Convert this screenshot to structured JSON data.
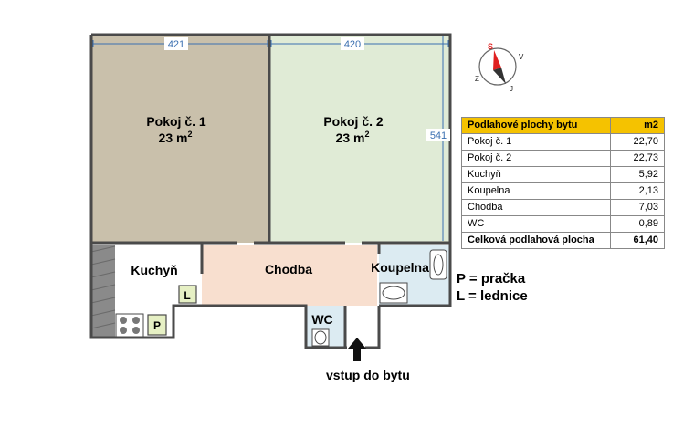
{
  "rooms": {
    "room1": {
      "name": "Pokoj č. 1",
      "area": "23 m",
      "sup": "2"
    },
    "room2": {
      "name": "Pokoj č. 2",
      "area": "23 m",
      "sup": "2"
    },
    "kitchen": {
      "name": "Kuchyň"
    },
    "hallway": {
      "name": "Chodba"
    },
    "bathroom": {
      "name": "Koupelna"
    },
    "wc": {
      "name": "WC"
    }
  },
  "dimensions": {
    "width_room1": "421",
    "width_room2": "420",
    "depth_room2": "541"
  },
  "appliances": {
    "fridge": "L",
    "washer": "P"
  },
  "compass": {
    "north": "S",
    "east": "V",
    "south": "J",
    "west": "Z"
  },
  "legend": {
    "washer": "P = pračka",
    "fridge": "L = lednice"
  },
  "entrance": "vstup do bytu",
  "area_table": {
    "header": {
      "name": "Podlahové plochy bytu",
      "unit": "m2"
    },
    "rows": [
      {
        "name": "Pokoj č. 1",
        "value": "22,70"
      },
      {
        "name": "Pokoj č. 2",
        "value": "22,73"
      },
      {
        "name": "Kuchyň",
        "value": "5,92"
      },
      {
        "name": "Koupelna",
        "value": "2,13"
      },
      {
        "name": "Chodba",
        "value": "7,03"
      },
      {
        "name": "WC",
        "value": "0,89"
      }
    ],
    "total": {
      "name": "Celková podlahová plocha",
      "value": "61,40"
    }
  },
  "colors": {
    "room1_fill": "#c9c0ab",
    "room2_fill": "#e0ebd6",
    "hallway_fill": "#f8dfcf",
    "bathroom_fill": "#dcebf2",
    "wall": "#4a4a4a",
    "table_header": "#f5c200",
    "dimension_line": "#3a6fb0"
  }
}
